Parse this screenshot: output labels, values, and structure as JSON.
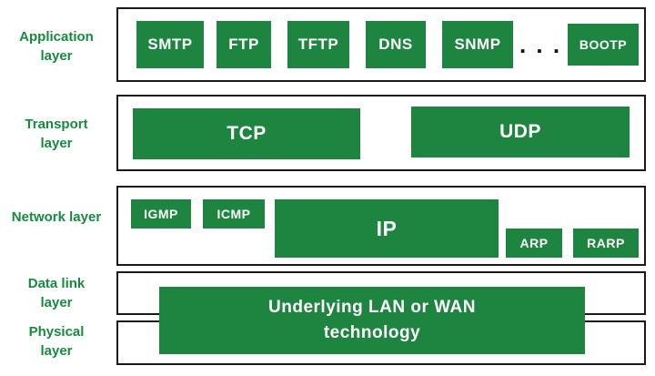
{
  "colors": {
    "green": "#1e8540",
    "label": "#168a3e",
    "border": "#1a1a1a",
    "ellipsis": "#111111"
  },
  "labels": {
    "application": "Application layer",
    "transport": "Transport layer",
    "network": "Network layer",
    "datalink": "Data link layer",
    "physical": "Physical layer"
  },
  "application": {
    "protocols": [
      "SMTP",
      "FTP",
      "TFTP",
      "DNS",
      "SNMP"
    ],
    "ellipsis": ". . .",
    "bootp": "BOOTP"
  },
  "transport": {
    "tcp": "TCP",
    "udp": "UDP"
  },
  "network": {
    "igmp": "IGMP",
    "icmp": "ICMP",
    "ip": "IP",
    "arp": "ARP",
    "rarp": "RARP"
  },
  "lower_layers": {
    "technology": "Underlying LAN or WAN technology"
  }
}
